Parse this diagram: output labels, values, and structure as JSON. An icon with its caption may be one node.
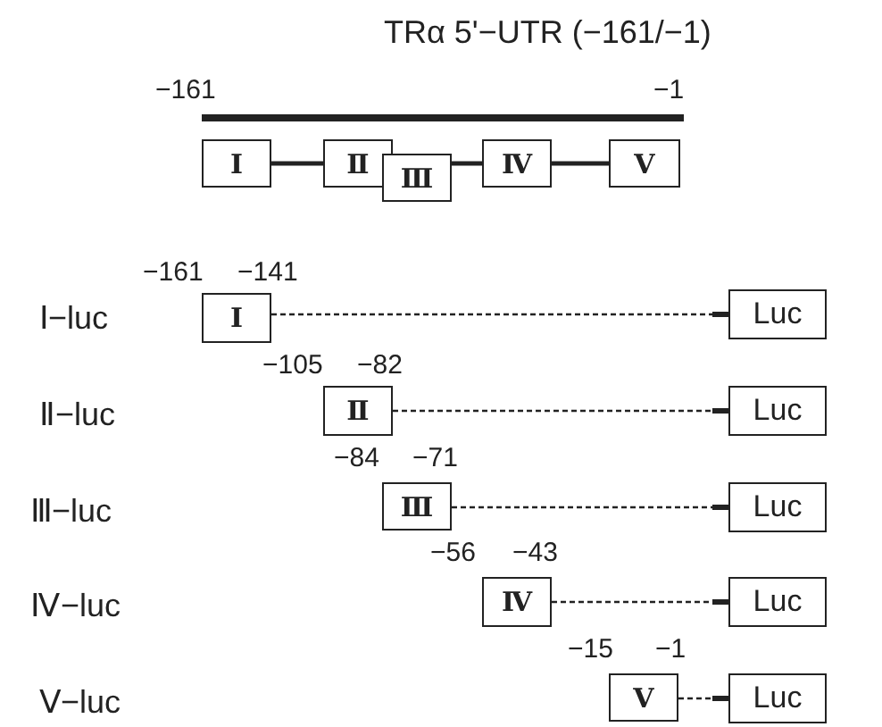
{
  "diagram": {
    "title": "TRα 5'−UTR (−161/−1)",
    "nodes": [
      {
        "text": [
          "Ⅰ"
        ]
      },
      {
        "text": [
          "Ⅱ"
        ]
      },
      {
        "text": [
          "Ⅲ"
        ]
      },
      {
        "text": [
          "Ⅳ"
        ]
      },
      {
        "text": [
          "Ⅴ"
        ]
      },
      {
        "text": [
          "Ⅰ"
        ]
      },
      {
        "text": [
          "Ⅱ"
        ]
      },
      {
        "text": [
          "Ⅲ"
        ]
      },
      {
        "text": [
          "Ⅳ"
        ]
      },
      {
        "text": [
          "Ⅴ"
        ]
      },
      {
        "text": [
          "Luc"
        ]
      },
      {
        "text": [
          "Luc"
        ]
      },
      {
        "text": [
          "Luc"
        ]
      },
      {
        "text": [
          "Luc"
        ]
      },
      {
        "text": [
          "Luc"
        ]
      }
    ],
    "edges": [
      {
        "from": 0,
        "to": 1,
        "arrow": "none"
      },
      {
        "from": 2,
        "to": 3,
        "arrow": "none"
      },
      {
        "from": 3,
        "to": 4,
        "arrow": "none"
      },
      {
        "from": 5,
        "to": 10,
        "arrow": "other",
        "style": "dashed"
      },
      {
        "from": 6,
        "to": 11,
        "arrow": "other",
        "style": "dashed"
      },
      {
        "from": 7,
        "to": 12,
        "arrow": "other",
        "style": "dashed"
      },
      {
        "from": 8,
        "to": 13,
        "arrow": "other",
        "style": "dashed"
      },
      {
        "from": 9,
        "to": 14,
        "arrow": "other",
        "style": "dashed"
      }
    ],
    "labels": [
      "−161",
      "−1",
      "−161",
      "−141",
      "Ⅰ−luc",
      "−105",
      "−82",
      "Ⅱ−luc",
      "−84",
      "−71",
      "Ⅲ−luc",
      "−56",
      "−43",
      "Ⅳ−luc",
      "−15",
      "−1",
      "Ⅴ−luc"
    ]
  }
}
